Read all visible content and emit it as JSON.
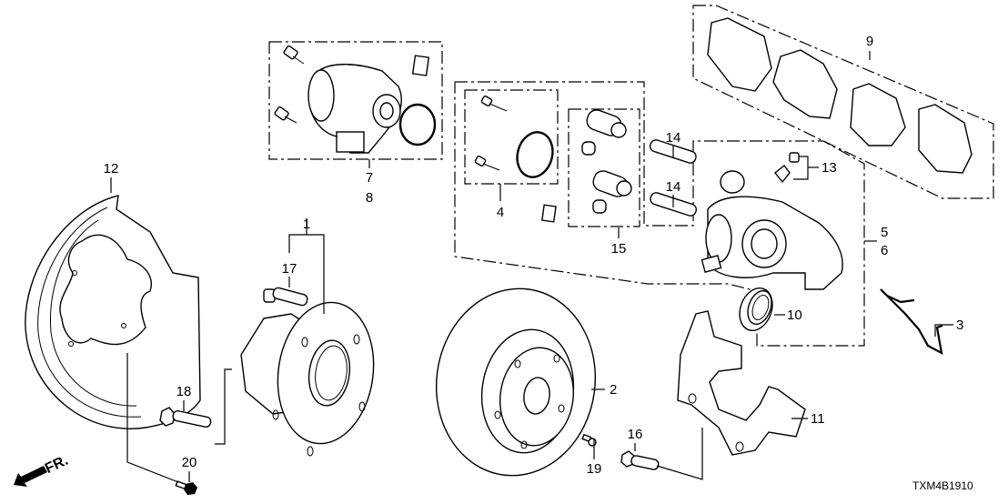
{
  "diagram": {
    "title": "Rear brake assembly exploded parts diagram",
    "diagram_code": "TXM4B1910",
    "direction_indicator": "FR.",
    "parts": [
      {
        "ref": "1",
        "name": "hub-bearing-assembly"
      },
      {
        "ref": "2",
        "name": "brake-disc"
      },
      {
        "ref": "3",
        "name": "pad-spring"
      },
      {
        "ref": "4",
        "name": "caliper-seal-kit"
      },
      {
        "ref": "5",
        "name": "caliper-assembly"
      },
      {
        "ref": "6",
        "name": "caliper-assembly"
      },
      {
        "ref": "7",
        "name": "parking-brake-motor"
      },
      {
        "ref": "8",
        "name": "parking-brake-motor"
      },
      {
        "ref": "9",
        "name": "brake-pad-set"
      },
      {
        "ref": "10",
        "name": "piston-seal-kit"
      },
      {
        "ref": "11",
        "name": "caliper-bracket"
      },
      {
        "ref": "12",
        "name": "splash-guard"
      },
      {
        "ref": "13",
        "name": "bleeder-screw"
      },
      {
        "ref": "14",
        "name": "guide-pin"
      },
      {
        "ref": "15",
        "name": "pin-boot-set"
      },
      {
        "ref": "16",
        "name": "bracket-bolt"
      },
      {
        "ref": "17",
        "name": "hub-bolt"
      },
      {
        "ref": "18",
        "name": "hub-flange-bolt"
      },
      {
        "ref": "19",
        "name": "disc-screw"
      },
      {
        "ref": "20",
        "name": "splash-guard-bolt"
      }
    ],
    "labels": {
      "l1": "1",
      "l2": "2",
      "l3": "3",
      "l4": "4",
      "l5": "5",
      "l6": "6",
      "l7": "7",
      "l8": "8",
      "l9": "9",
      "l10": "10",
      "l11": "11",
      "l12": "12",
      "l13": "13",
      "l14a": "14",
      "l14b": "14",
      "l15": "15",
      "l16": "16",
      "l17": "17",
      "l18": "18",
      "l19": "19",
      "l20": "20"
    }
  }
}
